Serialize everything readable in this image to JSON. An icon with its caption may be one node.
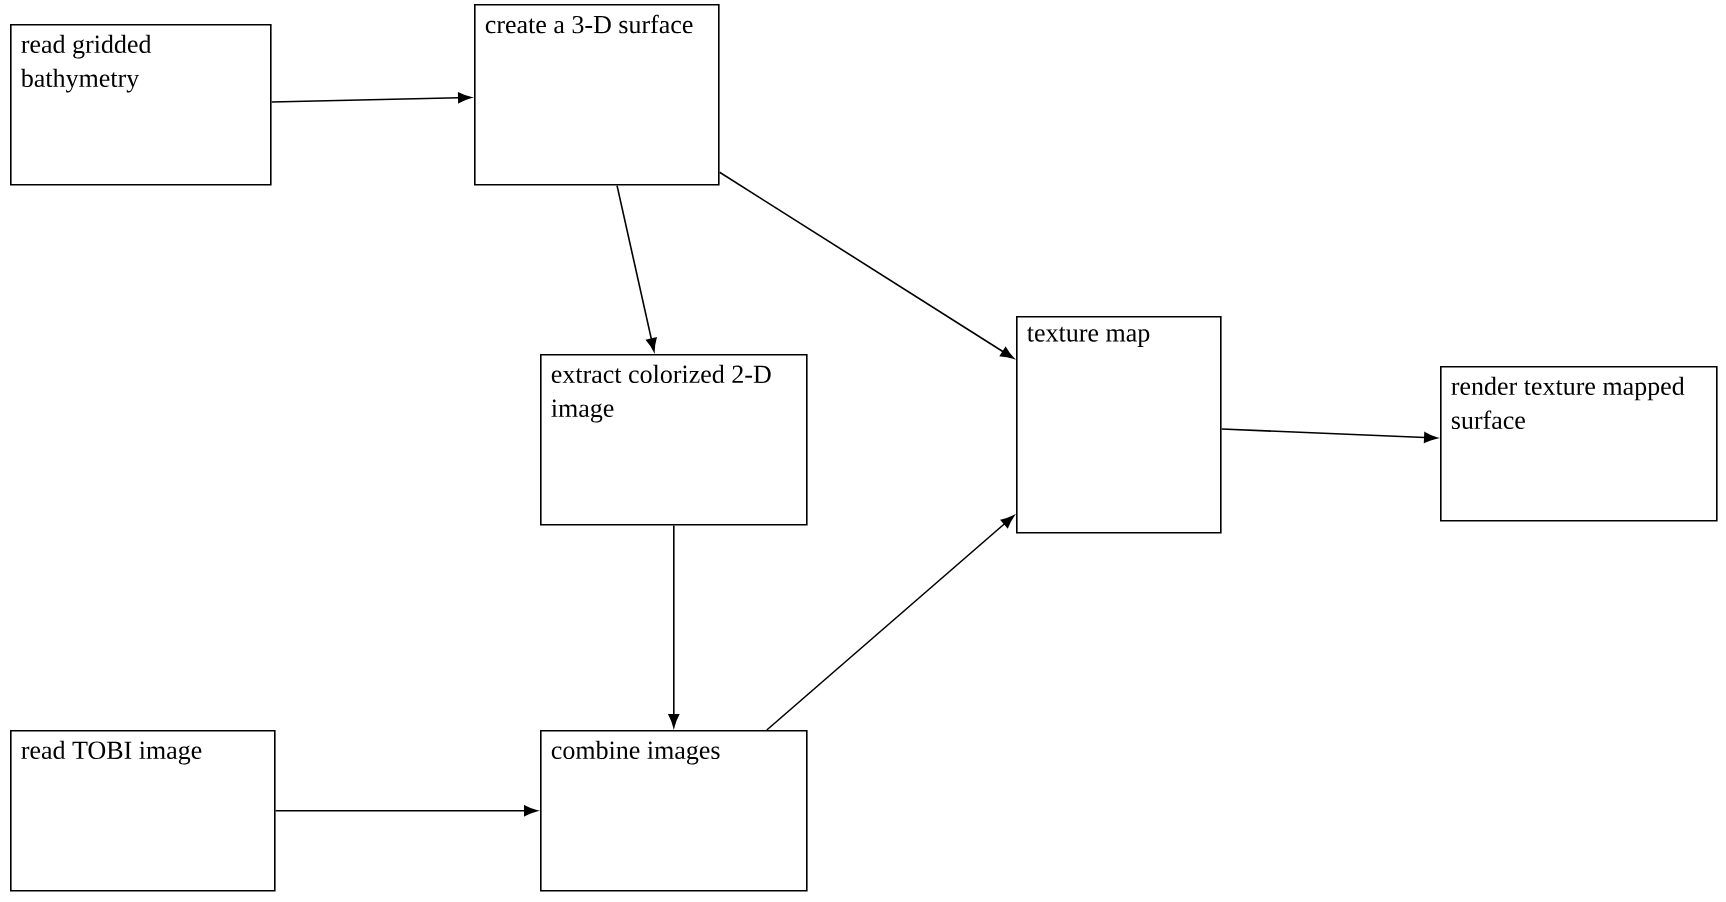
{
  "diagram": {
    "nodes": [
      {
        "text": [
          "read gridded bathymetry"
        ]
      },
      {
        "text": [
          "create a 3-D surface"
        ]
      },
      {
        "text": [
          "extract colorized 2-D image"
        ]
      },
      {
        "text": [
          "texture map"
        ]
      },
      {
        "text": [
          "render texture mapped surface"
        ]
      },
      {
        "text": [
          "read TOBI image"
        ]
      },
      {
        "text": [
          "combine images"
        ]
      }
    ],
    "edges": [
      {
        "from": 0,
        "to": 1,
        "arrow": "to"
      },
      {
        "from": 1,
        "to": 2,
        "arrow": "to"
      },
      {
        "from": 1,
        "to": 3,
        "arrow": "to"
      },
      {
        "from": 2,
        "to": 6,
        "arrow": "to"
      },
      {
        "from": 5,
        "to": 6,
        "arrow": "to"
      },
      {
        "from": 6,
        "to": 3,
        "arrow": "to"
      },
      {
        "from": 3,
        "to": 4,
        "arrow": "to"
      }
    ]
  }
}
